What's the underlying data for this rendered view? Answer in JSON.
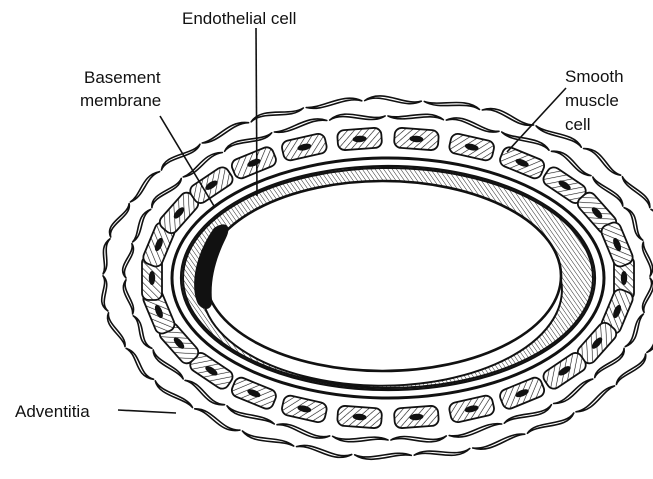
{
  "labels": {
    "endothelial": "Endothelial cell",
    "basement_line1": "Basement",
    "basement_line2": "membrane",
    "smooth_line1": "Smooth",
    "smooth_line2": "muscle",
    "smooth_line3": "cell",
    "adventitia": "Adventitia"
  },
  "colors": {
    "ink": "#111111",
    "paper": "#ffffff"
  }
}
